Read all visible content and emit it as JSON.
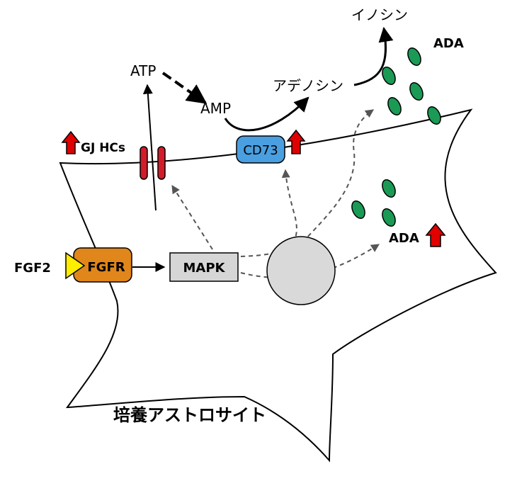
{
  "labels": {
    "atp": "ATP",
    "amp": "AMP",
    "adenosine": "アデノシン",
    "inosine": "イノシン",
    "ada_top": "ADA",
    "ada_inside": "ADA",
    "gj_hcs": "GJ HCs",
    "cd73": "CD73",
    "fgf2": "FGF2",
    "fgfr": "FGFR",
    "mapk": "MAPK",
    "cell_title": "培養アストロサイト"
  },
  "colors": {
    "cd73_fill": "#4a9fe0",
    "fgfr_fill": "#e0861a",
    "ligand_fill": "#ffee00",
    "ada_fill": "#1a9a55",
    "gj_fill": "#d21c2a",
    "up_arrow_fill": "#e00000",
    "mapk_fill": "#d6d6d6",
    "nucleus_fill": "#d9d9d9"
  },
  "icons": [
    "up-arrow-icon",
    "ada-enzyme-icon",
    "gap-junction-hemichannel-icon"
  ]
}
